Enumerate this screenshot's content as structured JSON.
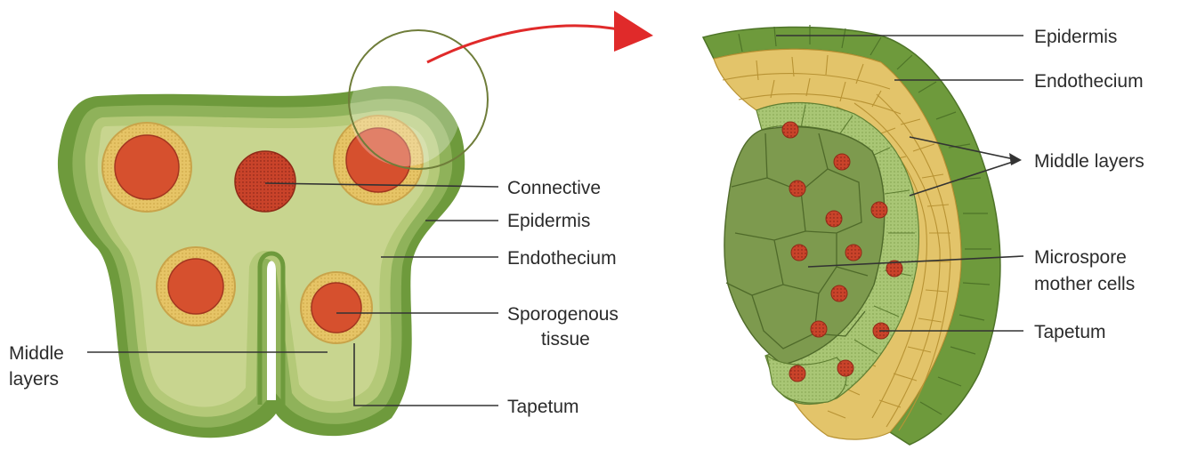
{
  "left_diagram": {
    "labels": {
      "connective": "Connective",
      "epidermis": "Epidermis",
      "endothecium": "Endothecium",
      "sporogenous_line1": "Sporogenous",
      "sporogenous_line2": "tissue",
      "middle_layers_line1": "Middle",
      "middle_layers_line2": "layers",
      "tapetum": "Tapetum"
    }
  },
  "right_diagram": {
    "labels": {
      "epidermis": "Epidermis",
      "endothecium": "Endothecium",
      "middle_layers": "Middle layers",
      "microspore_line1": "Microspore",
      "microspore_line2": "mother cells",
      "tapetum": "Tapetum"
    }
  },
  "colors": {
    "epidermis": "#6e9a3c",
    "inner_tissue": "#c9d68a",
    "tapetum": "#e7c36a",
    "sporogenous": "#d6502e",
    "connective": "#c9432a",
    "mother_cells": "#7d9a4e",
    "arrow": "#e02a2a"
  }
}
